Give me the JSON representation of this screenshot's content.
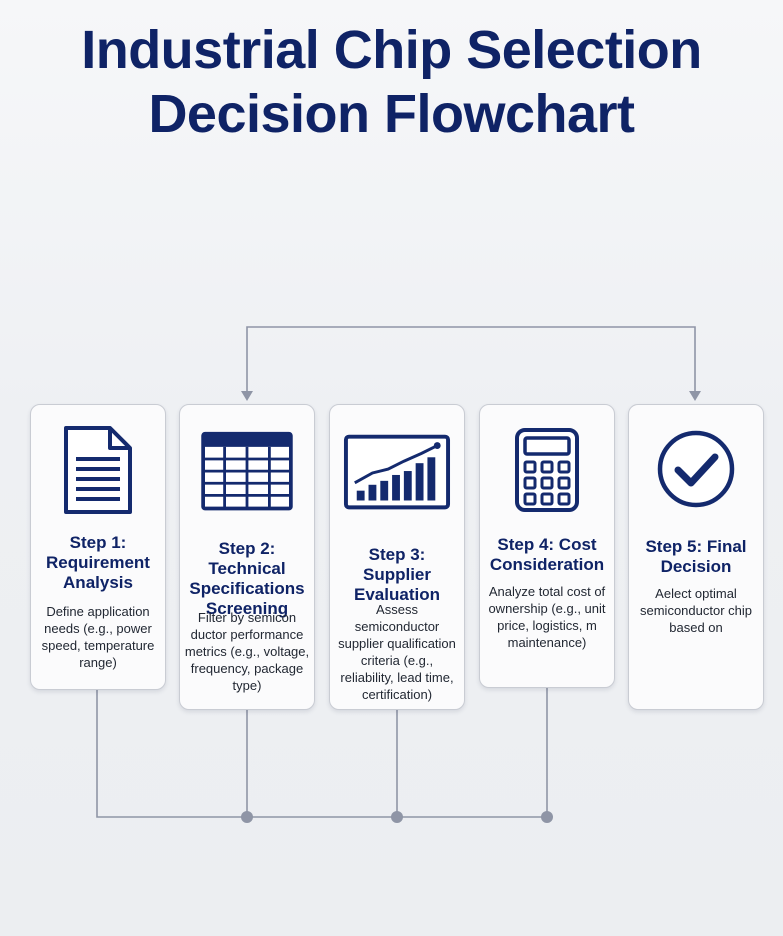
{
  "title": {
    "line1": "Industrial Chip Selection",
    "line2": "Decision Flowchart"
  },
  "colors": {
    "title": "#0f2366",
    "icon": "#142a6e",
    "connector": "#8f95a6",
    "card_border": "#c9ccd3"
  },
  "steps": [
    {
      "icon": "document-icon",
      "title": "Step 1: Requirement Analysis",
      "description": "Define application needs (e.g., power speed, temperature range)"
    },
    {
      "icon": "table-icon",
      "title": "Step 2: Technical Specifications Screening",
      "description": "Filter by semicon ductor performance metrics (e.g., voltage, frequency, package type)"
    },
    {
      "icon": "bar-chart-icon",
      "title": "Step 3: Supplier Evaluation",
      "description": "Assess semiconductor supplier qualification criteria (e.g., reliability, lead time, certification)"
    },
    {
      "icon": "calculator-icon",
      "title": "Step 4: Cost Consideration",
      "description": "Analyze total cost of ownership (e.g., unit price, logistics, m maintenance)"
    },
    {
      "icon": "check-circle-icon",
      "title": "Step 5: Final Decision",
      "description": "Aelect optimal semiconductor chip based on"
    }
  ]
}
